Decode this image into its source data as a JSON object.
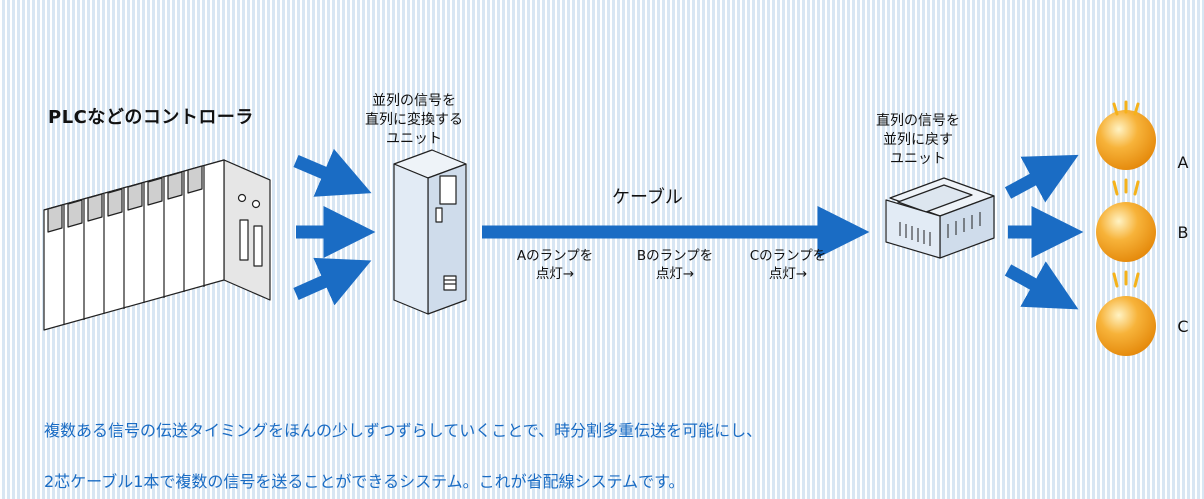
{
  "plc": {
    "title": "PLCなどのコントローラ"
  },
  "serial_unit": {
    "label": "並列の信号を\n直列に変換する\nユニット"
  },
  "deserial_unit": {
    "label": "直列の信号を\n並列に戻す\nユニット"
  },
  "cable": {
    "label": "ケーブル"
  },
  "packets": [
    {
      "label": "Aのランプを\n点灯→"
    },
    {
      "label": "Bのランプを\n点灯→"
    },
    {
      "label": "Cのランプを\n点灯→"
    }
  ],
  "lamps": [
    {
      "id": "A"
    },
    {
      "id": "B"
    },
    {
      "id": "C"
    }
  ],
  "description": {
    "line1": "複数ある信号の伝送タイミングをほんの少しずつずらしていくことで、時分割多重伝送を可能にし、",
    "line2": "2芯ケーブル1本で複数の信号を送ることができるシステム。これが省配線システムです。"
  },
  "colors": {
    "arrow": "#1a6cc4",
    "lamp": "#f5a623",
    "description_text": "#1a6cc4",
    "background_stripe": "#d8e6f3"
  }
}
